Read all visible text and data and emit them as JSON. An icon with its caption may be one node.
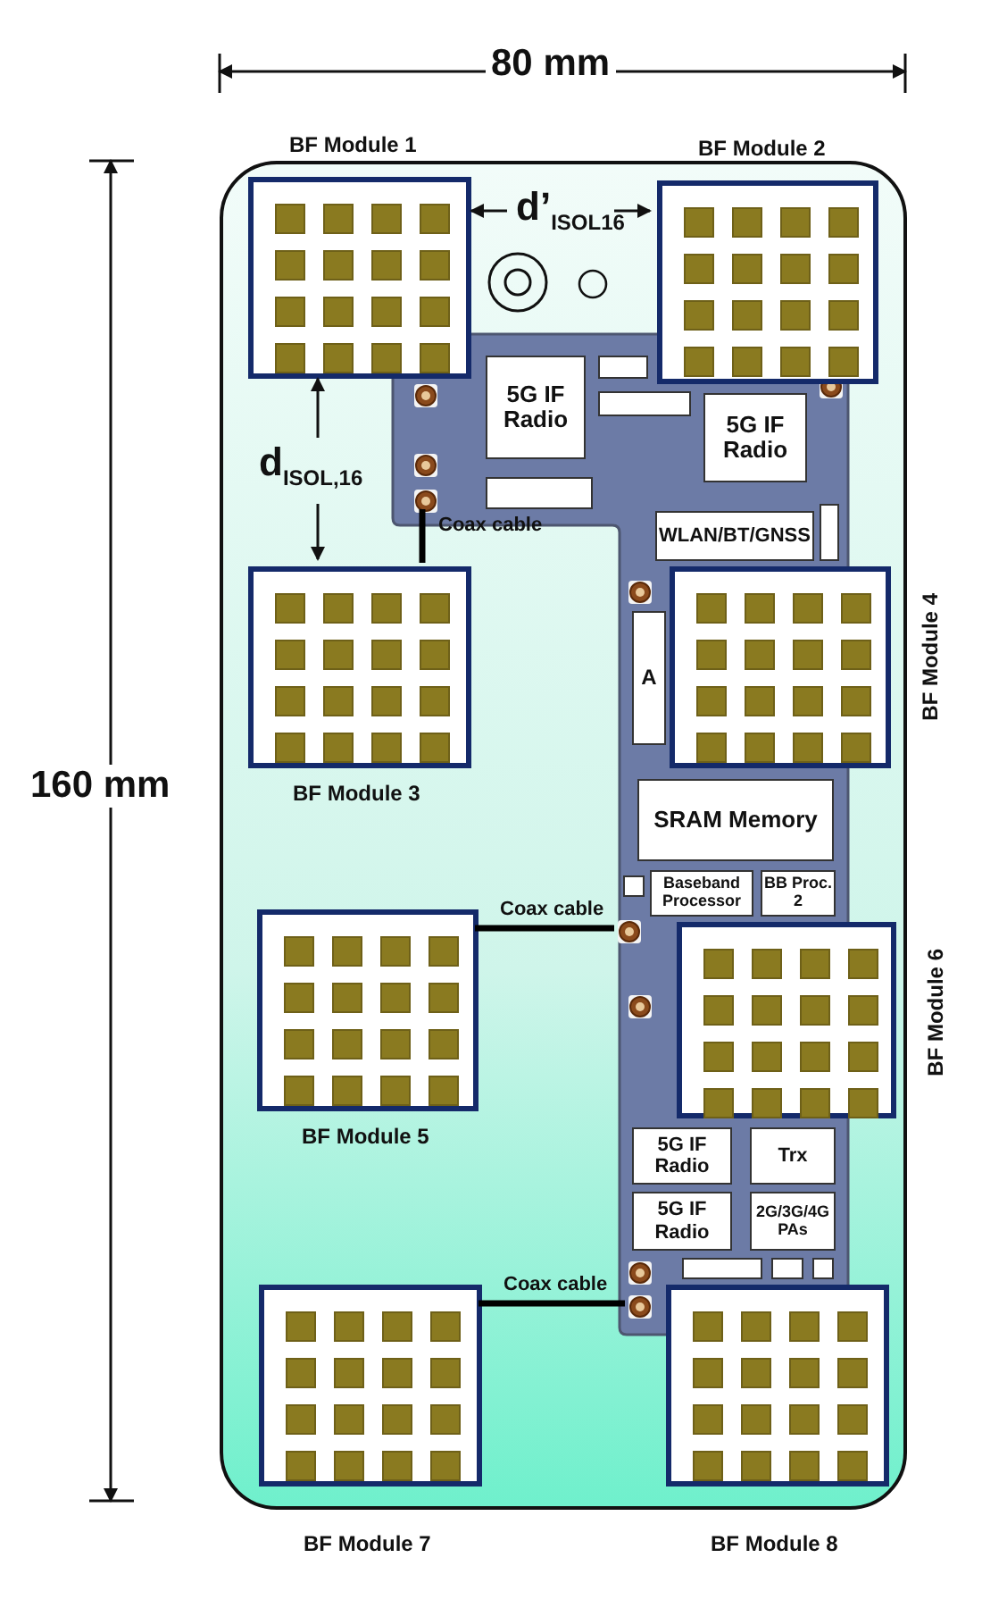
{
  "diagram": {
    "nodes": [
      {
        "text": [],
        "shape": "box"
      },
      {
        "text": [
          "BF Module 1"
        ],
        "in": 0
      },
      {
        "text": [
          "BF Module 2"
        ],
        "in": 0
      },
      {
        "text": [],
        "shape": "box",
        "in": 0
      },
      {
        "text": [
          "5G IF Radio"
        ],
        "in": 3
      },
      {
        "text": [],
        "shape": "box",
        "in": 3
      },
      {
        "text": [],
        "shape": "box",
        "in": 3
      },
      {
        "text": [
          "5G IF Radio"
        ],
        "in": 3
      },
      {
        "text": [],
        "shape": "box",
        "in": 3
      },
      {
        "text": [],
        "shape": "circle",
        "in": 3
      },
      {
        "text": [
          "BF Module 3"
        ],
        "in": 0
      },
      {
        "text": [
          "WLAN/BT/GNSS"
        ],
        "in": 3
      },
      {
        "text": [],
        "shape": "box",
        "in": 3
      },
      {
        "text": [
          "BF Module 4"
        ],
        "in": 0
      },
      {
        "text": [
          "A"
        ],
        "in": 3
      },
      {
        "text": [
          "SRAM Memory"
        ],
        "in": 3
      },
      {
        "text": [],
        "shape": "box",
        "in": 3
      },
      {
        "text": [
          "Baseband Processor"
        ],
        "in": 3
      },
      {
        "text": [
          "BB Proc. 2"
        ],
        "in": 3
      },
      {
        "text": [],
        "shape": "circle",
        "in": 3
      },
      {
        "text": [
          "BF Module 5"
        ],
        "in": 0
      },
      {
        "text": [
          "BF Module 6"
        ],
        "in": 0
      },
      {
        "text": [
          "5G IF Radio"
        ],
        "in": 3
      },
      {
        "text": [
          "Trx"
        ],
        "in": 3
      },
      {
        "text": [
          "5G IF Radio"
        ],
        "in": 3
      },
      {
        "text": [
          "2G/3G/4G PAs"
        ],
        "in": 3
      },
      {
        "text": [],
        "shape": "box",
        "in": 3
      },
      {
        "text": [],
        "shape": "box",
        "in": 3
      },
      {
        "text": [],
        "shape": "box",
        "in": 3
      },
      {
        "text": [],
        "shape": "circle",
        "in": 3
      },
      {
        "text": [
          "BF Module 7"
        ],
        "in": 0
      },
      {
        "text": [
          "BF Module 8"
        ],
        "in": 0
      }
    ],
    "edges": [
      {
        "from": 9,
        "to": 10,
        "arrow": "none",
        "label": "Coax cable"
      },
      {
        "from": 20,
        "to": 19,
        "arrow": "none",
        "label": "Coax cable"
      },
      {
        "from": 30,
        "to": 29,
        "arrow": "none",
        "label": "Coax cable"
      }
    ],
    "labels": [
      "80 mm",
      "d’$_{ISOL16}$",
      "d$_{ISOL,16}$",
      "160 mm"
    ]
  }
}
